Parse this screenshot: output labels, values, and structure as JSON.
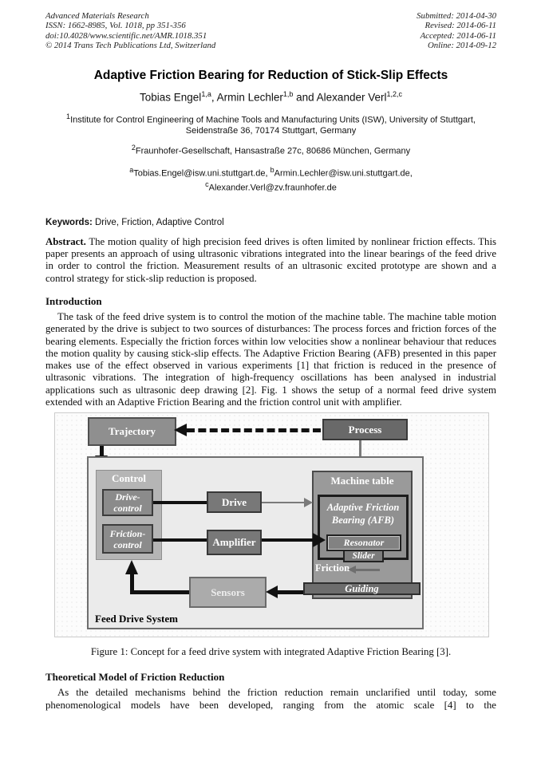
{
  "header": {
    "left": [
      "Advanced Materials Research",
      "ISSN: 1662-8985, Vol. 1018, pp 351-356",
      "doi:10.4028/www.scientific.net/AMR.1018.351",
      "© 2014 Trans Tech Publications Ltd, Switzerland"
    ],
    "right": [
      "Submitted: 2014-04-30",
      "Revised: 2014-06-11",
      "Accepted: 2014-06-11",
      "Online: 2014-09-12"
    ]
  },
  "title": "Adaptive Friction Bearing for Reduction of Stick-Slip Effects",
  "authors": [
    {
      "t": "Tobias Engel"
    },
    {
      "s": "1,a"
    },
    {
      "t": ", Armin Lechler"
    },
    {
      "s": "1,b"
    },
    {
      "t": " and Alexander Verl"
    },
    {
      "s": "1,2,c"
    }
  ],
  "affiliations": [
    [
      {
        "s": "1"
      },
      {
        "t": "Institute for Control Engineering of Machine Tools and Manufacturing Units (ISW), University of Stuttgart, Seidenstraße 36, 70174 Stuttgart, Germany"
      }
    ],
    [
      {
        "s": "2"
      },
      {
        "t": "Fraunhofer-Gesellschaft, Hansastraße 27c, 80686 München, Germany"
      }
    ]
  ],
  "emails": {
    "line1": [
      {
        "s": "a"
      },
      {
        "t": "Tobias.Engel@isw.uni.stuttgart.de, "
      },
      {
        "s": "b"
      },
      {
        "t": "Armin.Lechler@isw.uni.stuttgart.de,"
      }
    ],
    "line2": [
      {
        "s": "c"
      },
      {
        "t": "Alexander.Verl@zv.fraunhofer.de"
      }
    ]
  },
  "keywords": {
    "label": "Keywords:",
    "text": " Drive, Friction, Adaptive Control"
  },
  "abstract": {
    "label": "Abstract.",
    "text": " The motion quality of high precision feed drives is often limited by nonlinear friction effects. This paper presents an approach of using ultrasonic vibrations integrated into the linear bearings of the feed drive in order to control the friction. Measurement results of an ultrasonic excited prototype are shown and a control strategy for stick-slip reduction is proposed."
  },
  "sections": {
    "introduction": {
      "heading": "Introduction",
      "body": "The task of the feed drive system is to control the motion of the machine table. The machine table motion generated by the drive is subject to two sources of disturbances: The process forces and friction forces of the bearing elements. Especially the friction forces within low velocities show a nonlinear behaviour that reduces the motion quality by causing stick-slip effects. The Adaptive Friction Bearing (AFB) presented in this paper makes use of the effect observed in various experiments [1] that friction is reduced in the presence of ultrasonic vibrations. The integration of high-frequency oscillations has been analysed in industrial applications such as ultrasonic deep drawing [2]. Fig. 1 shows the setup of a normal feed drive system extended with an Adaptive Friction Bearing and the friction control unit with amplifier."
    },
    "theory": {
      "heading": "Theoretical Model of Friction Reduction",
      "body": "As the detailed mechanisms behind the friction reduction remain unclarified until today, some phenomenological models have been developed, ranging from the atomic scale [4] to the"
    }
  },
  "figure": {
    "caption": "Figure 1: Concept for a feed drive system with integrated Adaptive Friction Bearing [3].",
    "labels": {
      "trajectory": "Trajectory",
      "process": "Process",
      "control": "Control",
      "drive_control": "Drive-\ncontrol",
      "friction_control": "Friction-\ncontrol",
      "drive": "Drive",
      "amplifier": "Amplifier",
      "machine_table": "Machine table",
      "afb": "Adaptive Friction\nBearing (AFB)",
      "resonator": "Resonator",
      "slider": "Slider",
      "friction": "Friction",
      "guiding": "Guiding",
      "sensors": "Sensors",
      "system": "Feed Drive System"
    },
    "colors": {
      "fig-bg": "#fcfcfc",
      "fig-border": "#cccccc",
      "box-trajectory": "#8f8f8f",
      "box-process": "#696969",
      "big-box-bg": "#ebebeb",
      "big-box-border": "#6e6e6e",
      "group-light": "#b5b5b5",
      "box-mid": "#8b8b8b",
      "box-dark": "#787878",
      "machine-bg": "#9a9a9a",
      "afb-bg": "#909090",
      "resonator-bg": "#828282",
      "slider-bg": "#7c7c7c",
      "guiding-bg": "#6d6d6d",
      "sensors-bg": "#ababab",
      "arrow-black": "#111111",
      "arrow-gray": "#7a7a7a"
    }
  }
}
